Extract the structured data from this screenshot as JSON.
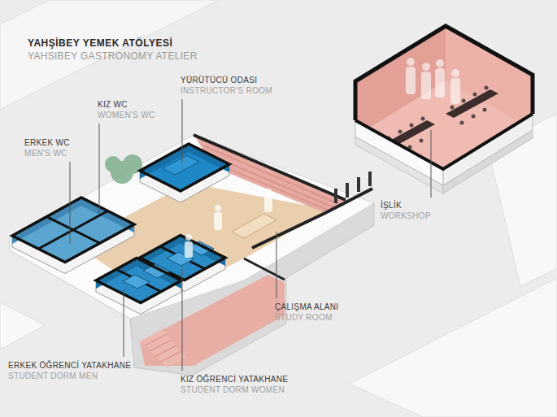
{
  "diagram": {
    "title": "YAHŞİBEY YEMEK ATÖLYESİ",
    "labels": [
      "YAHSIBEY GASTRONOMY ATELIER",
      "YÜRÜTÜCÜ ODASI",
      "INSTRUCTOR'S ROOM",
      "KIZ WC",
      "WOMEN'S WC",
      "ERKEK WC",
      "MEN'S WC",
      "İŞLİK",
      "WORKSHOP",
      "ÇALIŞMA ALANI",
      "STUDY ROOM",
      "ERKEK ÖĞRENCİ YATAKHANE",
      "STUDENT DORM MEN",
      "KIZ ÖĞRENCİ YATAKHANE",
      "STUDENT DORM WOMEN"
    ]
  }
}
